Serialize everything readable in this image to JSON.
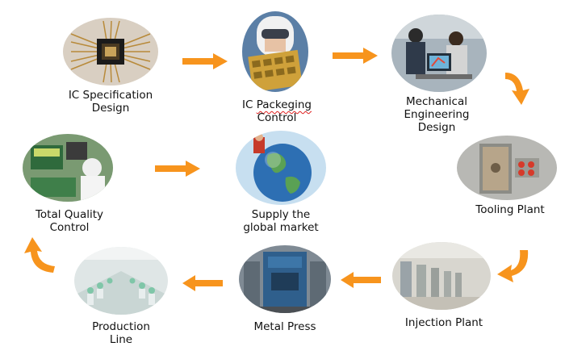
{
  "colors": {
    "arrow": "#F7941D",
    "label": "#111111"
  },
  "steps": [
    {
      "id": "ic-spec",
      "line1": "IC Specification",
      "line2": "Design",
      "image": "ic-chip-photo"
    },
    {
      "id": "ic-pack",
      "line1": "IC Packeging",
      "line1_underlined": "Packeging",
      "line2": "Control",
      "image": "ic-packaging-photo"
    },
    {
      "id": "mech-eng",
      "line1": "Mechanical",
      "line2": "Engineering",
      "line3": "Design",
      "image": "engineers-photo"
    },
    {
      "id": "tooling",
      "line1": "Tooling Plant",
      "image": "tooling-mold-photo"
    },
    {
      "id": "injection",
      "line1": "Injection Plant",
      "image": "injection-plant-photo"
    },
    {
      "id": "metal-press",
      "line1": "Metal Press",
      "image": "metal-press-photo"
    },
    {
      "id": "production",
      "line1": "Production",
      "line2": "Line",
      "image": "production-line-photo"
    },
    {
      "id": "quality",
      "line1": "Total Quality",
      "line2": "Control",
      "image": "quality-control-photo"
    },
    {
      "id": "supply",
      "line1": "Supply the",
      "line2": "global market",
      "image": "globe-photo"
    }
  ],
  "arrows": [
    {
      "from": "ic-spec",
      "to": "ic-pack",
      "direction": "right"
    },
    {
      "from": "ic-pack",
      "to": "mech-eng",
      "direction": "right"
    },
    {
      "from": "mech-eng",
      "to": "tooling",
      "direction": "curve-down"
    },
    {
      "from": "tooling",
      "to": "injection",
      "direction": "curve-down-left"
    },
    {
      "from": "injection",
      "to": "metal-press",
      "direction": "left"
    },
    {
      "from": "metal-press",
      "to": "production",
      "direction": "left"
    },
    {
      "from": "production",
      "to": "quality",
      "direction": "curve-up"
    },
    {
      "from": "quality",
      "to": "supply",
      "direction": "right"
    }
  ]
}
